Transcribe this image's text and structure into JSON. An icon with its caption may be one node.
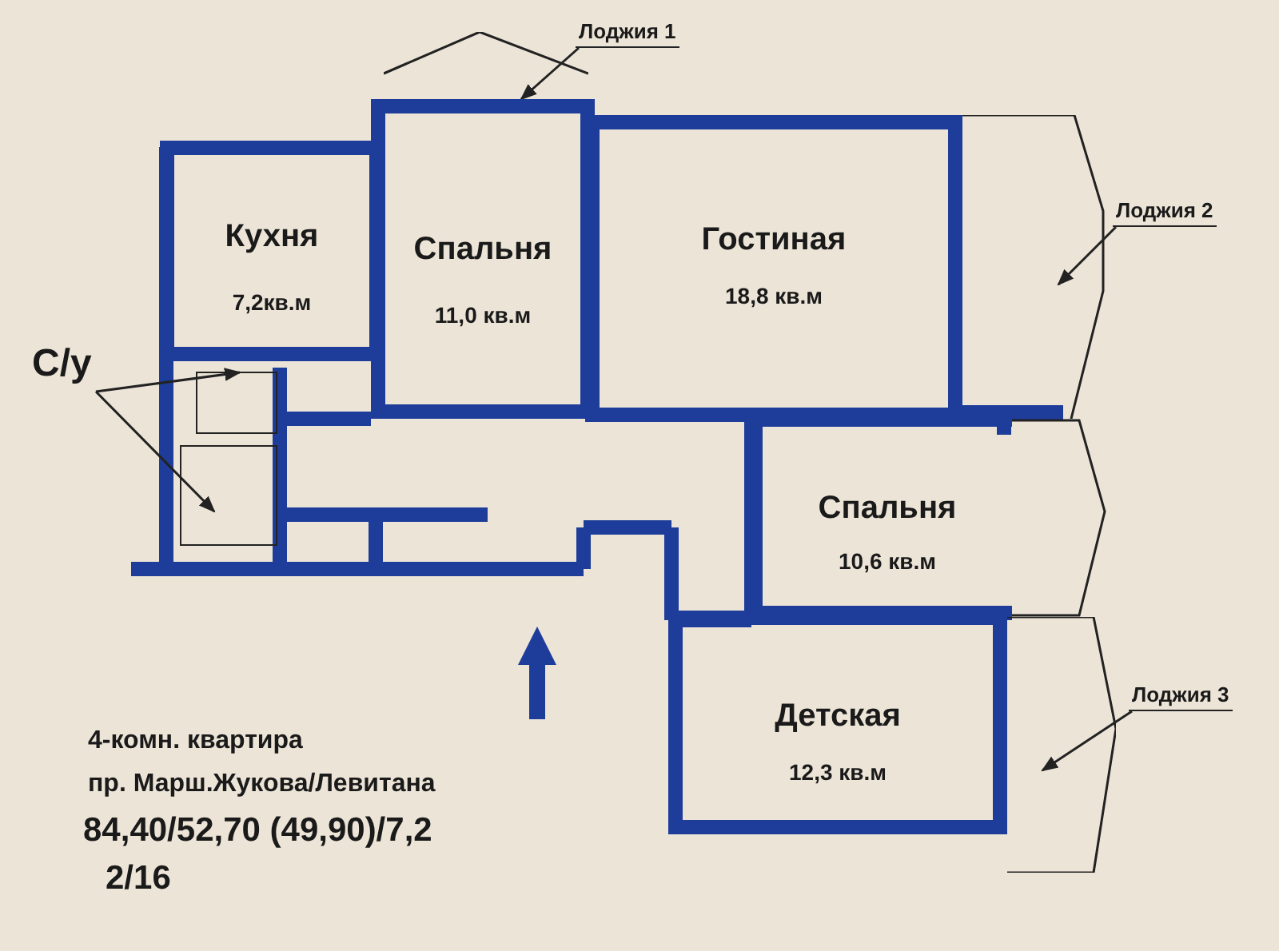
{
  "diagram": {
    "nodes": [
      {
        "text": [
          "Кухня",
          "7,2кв.м"
        ]
      },
      {
        "text": [
          "Спальня",
          "11,0 кв.м"
        ]
      },
      {
        "text": [
          "Гостиная",
          "18,8 кв.м"
        ]
      },
      {
        "text": [
          "Спальня",
          "10,6 кв.м"
        ]
      },
      {
        "text": [
          "Детская",
          "12,3 кв.м"
        ]
      },
      {
        "text": [
          "Лоджия 1"
        ]
      },
      {
        "text": [],
        "shape": "box"
      },
      {
        "text": [
          "Лоджия 2"
        ]
      },
      {
        "text": [],
        "shape": "box"
      },
      {
        "text": [
          "Лоджия 3"
        ]
      },
      {
        "text": [],
        "shape": "box"
      },
      {
        "text": [
          "С/у"
        ]
      },
      {
        "text": [],
        "shape": "box"
      },
      {
        "text": [],
        "shape": "box"
      }
    ],
    "edges": [
      {
        "from": 5,
        "to": 6,
        "arrow": "to"
      },
      {
        "from": 7,
        "to": 8,
        "arrow": "to"
      },
      {
        "from": 9,
        "to": 10,
        "arrow": "to"
      },
      {
        "from": 11,
        "to": 12,
        "arrow": "to"
      },
      {
        "from": 11,
        "to": 13,
        "arrow": "to"
      }
    ],
    "labels": [
      "4-комн. квартира",
      "пр. Марш.Жукова/Левитана",
      "84,40/52,70 (49,90)/7,2",
      "2/16"
    ]
  }
}
